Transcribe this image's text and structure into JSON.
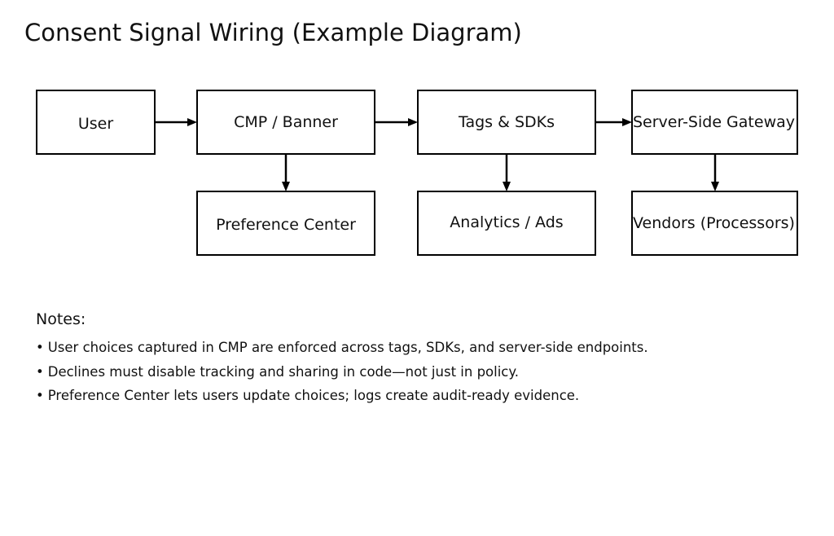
{
  "title": "Consent Signal Wiring (Example Diagram)",
  "nodes": {
    "user": "User",
    "cmp": "CMP / Banner",
    "tags": "Tags & SDKs",
    "server": "Server-Side Gateway",
    "preference": "Preference Center",
    "analytics": "Analytics / Ads",
    "vendors": "Vendors (Processors)"
  },
  "edges": [
    {
      "from": "User",
      "to": "CMP / Banner"
    },
    {
      "from": "CMP / Banner",
      "to": "Tags & SDKs"
    },
    {
      "from": "Tags & SDKs",
      "to": "Server-Side Gateway"
    },
    {
      "from": "CMP / Banner",
      "to": "Preference Center"
    },
    {
      "from": "Tags & SDKs",
      "to": "Analytics / Ads"
    },
    {
      "from": "Server-Side Gateway",
      "to": "Vendors (Processors)"
    }
  ],
  "notes": {
    "heading": "Notes:",
    "bullet": "•",
    "items": [
      "User choices captured in CMP are enforced across tags, SDKs, and server-side endpoints.",
      "Declines must disable tracking and sharing in code—not just in policy.",
      "Preference Center lets users update choices; logs create audit-ready evidence."
    ]
  }
}
